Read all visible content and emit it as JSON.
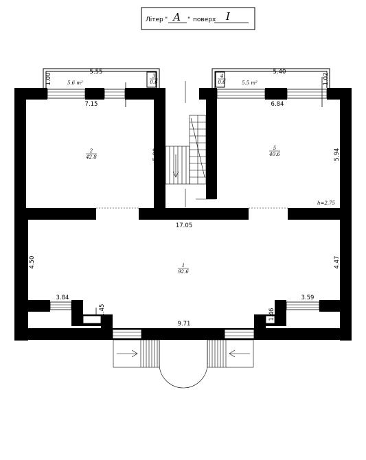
{
  "title_block": {
    "prefix": "Літер",
    "letter": "А",
    "floor_word": "поверх",
    "floor": "I"
  },
  "rooms": [
    {
      "id": "room-1",
      "number": "1",
      "area": "92.6"
    },
    {
      "id": "room-2",
      "number": "2",
      "area": "42.8"
    },
    {
      "id": "room-3",
      "number": "3",
      "area": "0.6"
    },
    {
      "id": "room-4",
      "number": "4",
      "area": "0.6"
    },
    {
      "id": "room-5",
      "number": "5",
      "area": "40.6"
    }
  ],
  "balcony_areas": {
    "left": "5.6 m²",
    "right": "5.5 m²"
  },
  "dimensions": {
    "top_left": "5.55",
    "top_right": "5.40",
    "left_balcony_depth": "1.00",
    "right_balcony_depth": "1.02",
    "room2_width": "7.15",
    "room5_width": "6.84",
    "room2_depth": "5.99",
    "room5_depth": "5.94",
    "hall_width": "17.05",
    "hall_left": "4.50",
    "hall_right": "4.47",
    "left_bay": "3.84",
    "right_bay": "3.59",
    "left_step": "1.45",
    "right_step": "1.46",
    "entrance": "9.71"
  },
  "ceiling_height": "h=2.75"
}
